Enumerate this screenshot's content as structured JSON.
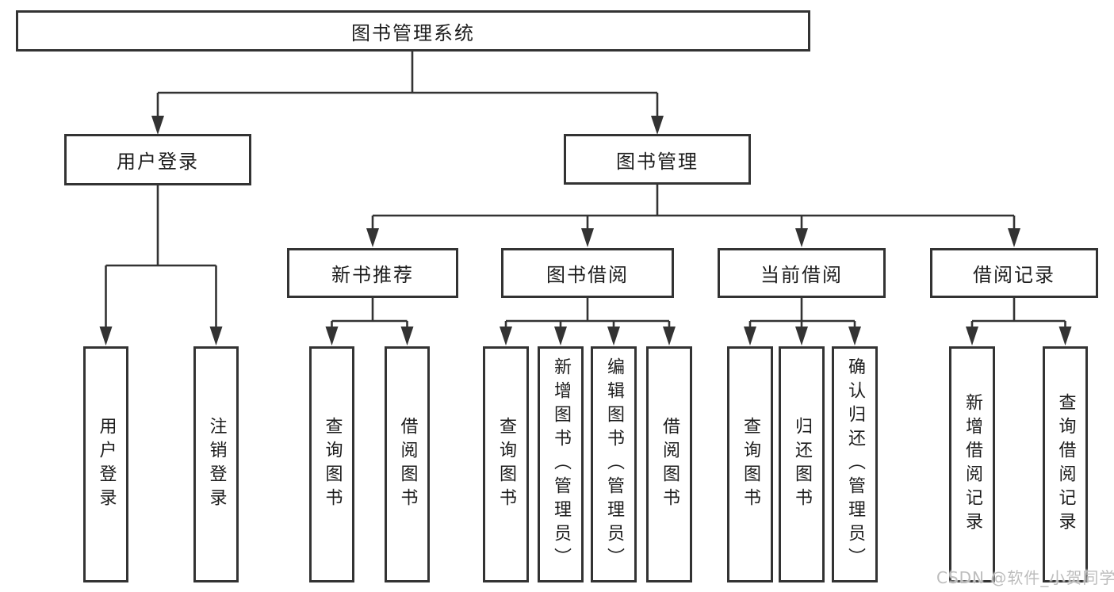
{
  "tree": {
    "root": {
      "label": "图书管理系统"
    },
    "branches": [
      {
        "label": "用户登录",
        "children": [
          {
            "label": "用户登录"
          },
          {
            "label": "注销登录"
          }
        ]
      },
      {
        "label": "图书管理",
        "children": [
          {
            "label": "新书推荐",
            "children": [
              {
                "label": "查询图书"
              },
              {
                "label": "借阅图书"
              }
            ]
          },
          {
            "label": "图书借阅",
            "children": [
              {
                "label": "查询图书"
              },
              {
                "label": "新增图书（管理员）"
              },
              {
                "label": "编辑图书（管理员）"
              },
              {
                "label": "借阅图书"
              }
            ]
          },
          {
            "label": "当前借阅",
            "children": [
              {
                "label": "查询图书"
              },
              {
                "label": "归还图书"
              },
              {
                "label": "确认归还（管理员）"
              }
            ]
          },
          {
            "label": "借阅记录",
            "children": [
              {
                "label": "新增借阅记录"
              },
              {
                "label": "查询借阅记录"
              }
            ]
          }
        ]
      }
    ]
  },
  "watermark": {
    "text": "CSDN @软件_小贺同学"
  },
  "colors": {
    "line": "#333333",
    "box_border": "#333333",
    "text": "#1d1d1d",
    "watermark": "#bdbdbd",
    "background": "#ffffff"
  }
}
